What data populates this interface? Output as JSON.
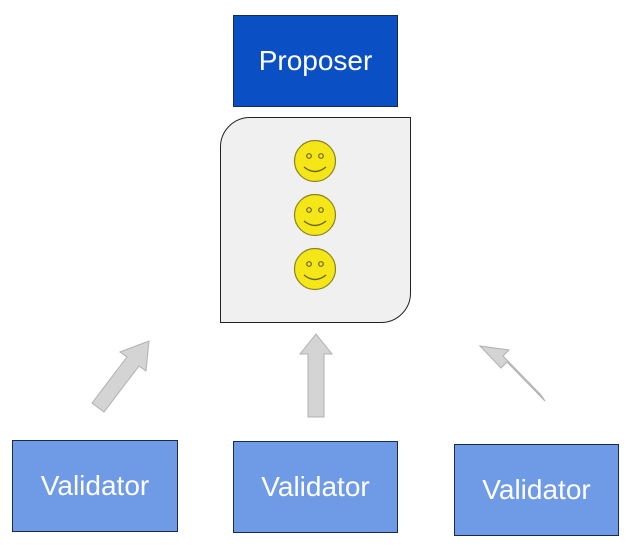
{
  "proposer": {
    "label": "Proposer",
    "color": "#0b4fc4"
  },
  "pool": {
    "item_count": 3,
    "item_icon": "smiley-face-icon",
    "background": "#f0f0f1"
  },
  "validators": [
    {
      "label": "Validator"
    },
    {
      "label": "Validator"
    },
    {
      "label": "Validator"
    }
  ],
  "colors": {
    "validator": "#6f9ae6",
    "arrow_fill": "#d4d4d4",
    "smiley": "#f5e617"
  }
}
